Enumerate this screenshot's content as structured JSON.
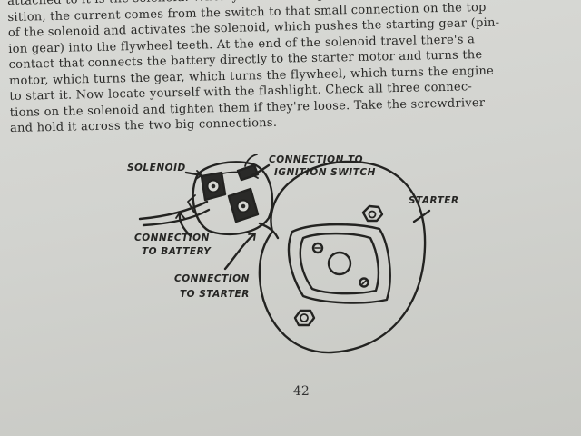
{
  "body_text": [
    "attached to it is the solenoid.  When you turn the ignition key to the",
    "sition, the current comes from the switch to that small connection on the top",
    "of the solenoid and activates the solenoid, which pushes the starting gear (pin-",
    "ion gear) into the flywheel teeth.  At the end of the solenoid travel there's a",
    "contact that connects the battery directly to the starter motor and turns the",
    "motor, which turns the gear, which turns the flywheel, which turns the engine",
    "to start it.  Now locate yourself with the flashlight.  Check all three connec-",
    "tions on the solenoid and tighten them if they're loose.  Take the screwdriver",
    "and hold it across the two big connections."
  ],
  "figure": {
    "labels": {
      "solenoid": "SOLENOID",
      "connection_ignition_1": "CONNECTION TO",
      "connection_ignition_2": "IGNITION SWITCH",
      "starter": "STARTER",
      "connection_battery_1": "CONNECTION",
      "connection_battery_2": "TO BATTERY",
      "connection_starter_1": "CONNECTION",
      "connection_starter_2": "TO STARTER"
    }
  },
  "page_number": "42"
}
